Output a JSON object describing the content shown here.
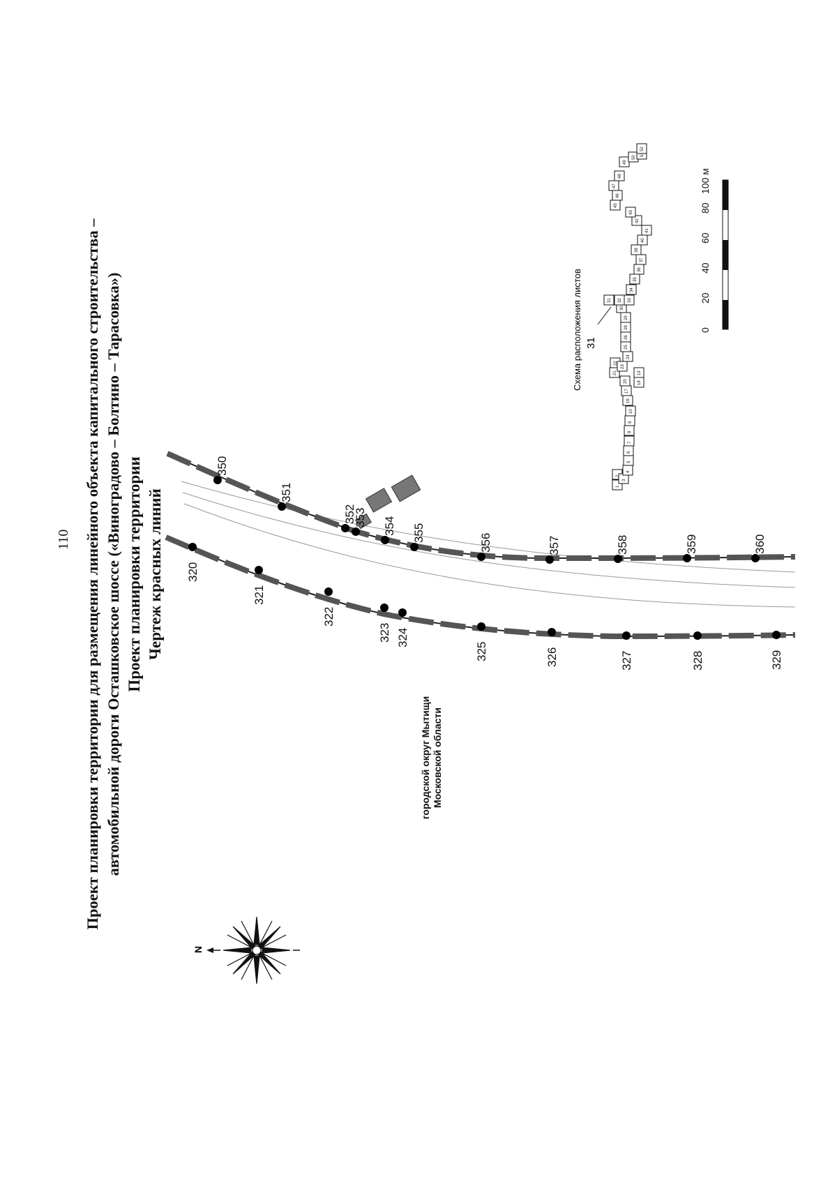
{
  "page_number": "110",
  "title": {
    "line1": "Проект планировки территории для размещения линейного объекта капитального строительства –",
    "line2": "автомобильной дороги Осташковское шоссе («Виноградово – Болтино – Тарасовка»)",
    "line3": "Проект планировки территории",
    "line4": "Чертеж красных линий"
  },
  "district_label": {
    "line1": "городской округ Мытищи",
    "line2": "Московской области"
  },
  "compass": {
    "north_label": "N",
    "icon": "compass-rose-icon"
  },
  "inset": {
    "title": "Схема расположения листов",
    "current_sheet": "31",
    "sheets": [
      "1",
      "2",
      "3",
      "4",
      "5",
      "6",
      "7",
      "8",
      "9",
      "10",
      "16",
      "17",
      "18",
      "19",
      "20",
      "21",
      "22",
      "23",
      "24",
      "25",
      "26",
      "28",
      "29",
      "30",
      "31",
      "32",
      "33",
      "34",
      "35",
      "36",
      "37",
      "38",
      "40",
      "41",
      "42",
      "43",
      "45",
      "46",
      "47",
      "48",
      "49",
      "50",
      "51",
      "52"
    ]
  },
  "scale_bar": {
    "labels": [
      "0",
      "20",
      "40",
      "60",
      "80",
      "100 м"
    ]
  },
  "red_lines": {
    "upper": [
      "350",
      "351",
      "352",
      "353",
      "354",
      "355",
      "356",
      "357",
      "358",
      "359",
      "360"
    ],
    "lower": [
      "329",
      "328",
      "327",
      "326",
      "325",
      "324",
      "323",
      "322",
      "321",
      "320"
    ]
  },
  "colors": {
    "line": "#222222",
    "dash": "#555555",
    "building": "#777777"
  }
}
